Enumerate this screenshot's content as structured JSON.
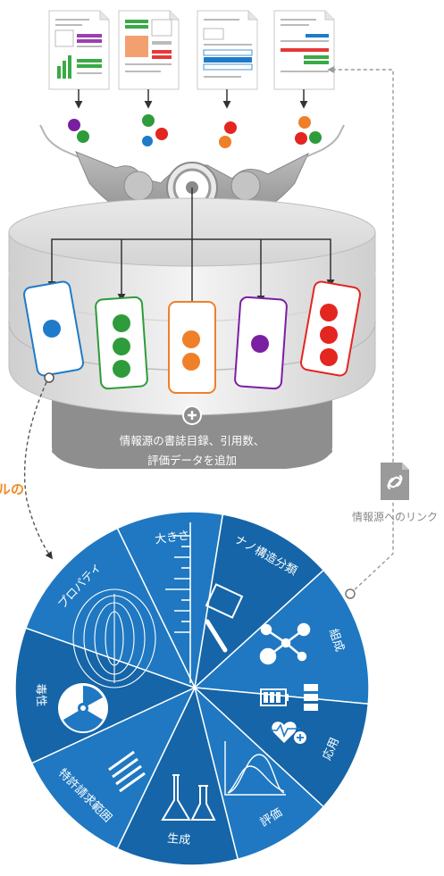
{
  "database": {
    "add_label_line1": "情報源の書誌目録、引用数、",
    "add_label_line2": "評価データを追加"
  },
  "link": {
    "label": "情報源へのリンク"
  },
  "side_label": "ルの",
  "wheel": {
    "segments": [
      {
        "label": "大きさ"
      },
      {
        "label": "ナノ構造分類"
      },
      {
        "label": "組成"
      },
      {
        "label": "応用"
      },
      {
        "label": "評価"
      },
      {
        "label": "生成"
      },
      {
        "label": "特許請求範囲"
      },
      {
        "label": "毒性"
      },
      {
        "label": "プロパティ"
      }
    ]
  },
  "colors": {
    "wheel_blue": "#1f78c1",
    "wheel_dark": "#1565a8",
    "purple": "#7b1fa2",
    "green": "#2e9c3a",
    "orange": "#f07f2a",
    "red": "#e3261f",
    "blue": "#1e7bc9",
    "gray": "#9a9a9a",
    "accent_orange": "#f08a24"
  }
}
